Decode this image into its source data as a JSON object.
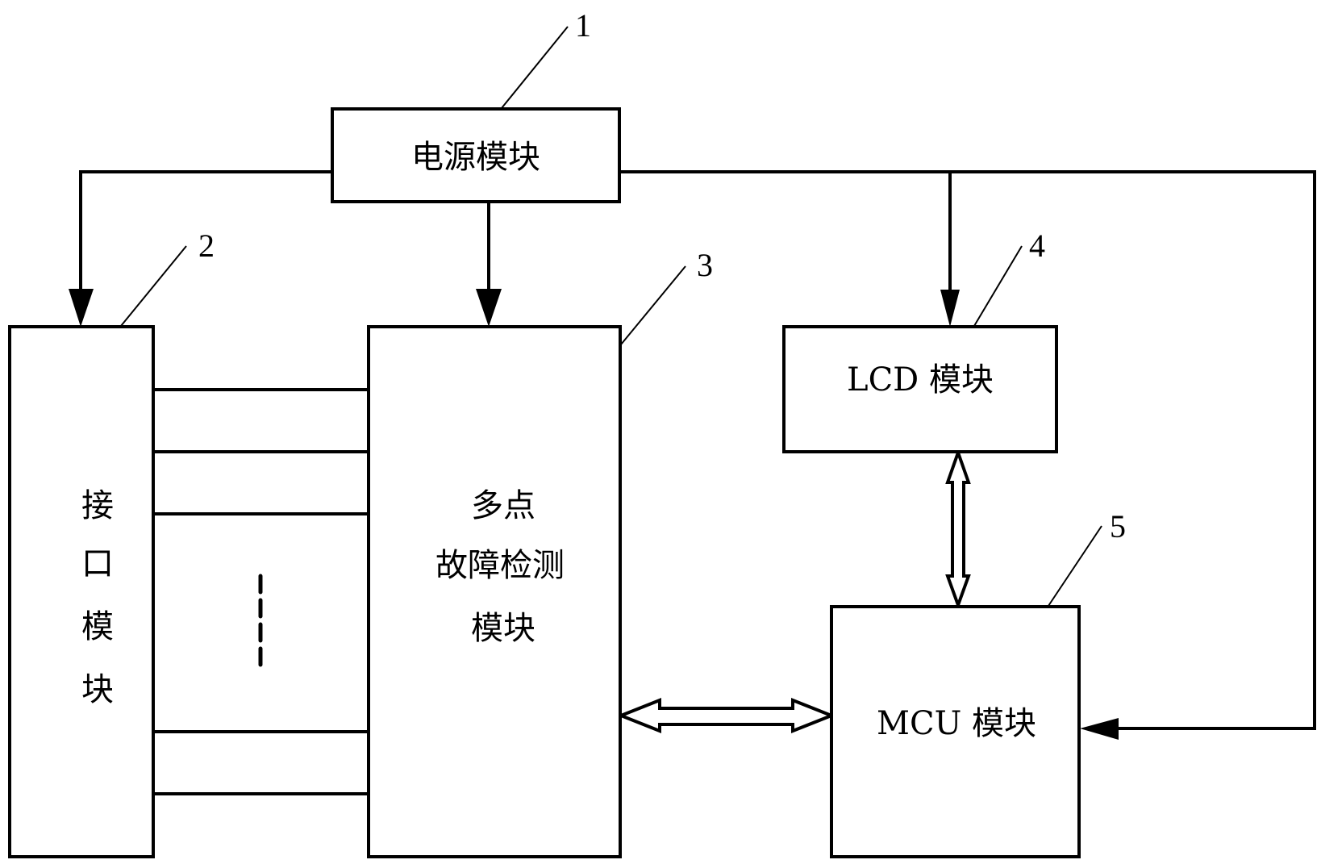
{
  "diagram": {
    "type": "block-diagram",
    "modules": [
      {
        "id": "power",
        "ref": "1",
        "label": "电源模块"
      },
      {
        "id": "interface",
        "ref": "2",
        "label_chars": [
          "接",
          "口",
          "模",
          "块"
        ]
      },
      {
        "id": "detect",
        "ref": "3",
        "label_lines": [
          "多点",
          "故障检测",
          "模块"
        ]
      },
      {
        "id": "lcd",
        "ref": "4",
        "label": "LCD 模块"
      },
      {
        "id": "mcu",
        "ref": "5",
        "label": "MCU 模块"
      }
    ],
    "connections": [
      {
        "from": "power",
        "to": "interface",
        "kind": "single-arrow"
      },
      {
        "from": "power",
        "to": "detect",
        "kind": "single-arrow"
      },
      {
        "from": "power",
        "to": "lcd",
        "kind": "single-arrow"
      },
      {
        "from": "power",
        "to": "mcu",
        "kind": "single-arrow"
      },
      {
        "from": "interface",
        "to": "detect",
        "kind": "parallel-lines",
        "count_visible": 5,
        "ellipsis": true
      },
      {
        "from": "detect",
        "to": "mcu",
        "kind": "bidirectional-bus"
      },
      {
        "from": "lcd",
        "to": "mcu",
        "kind": "bidirectional-bus"
      }
    ]
  }
}
